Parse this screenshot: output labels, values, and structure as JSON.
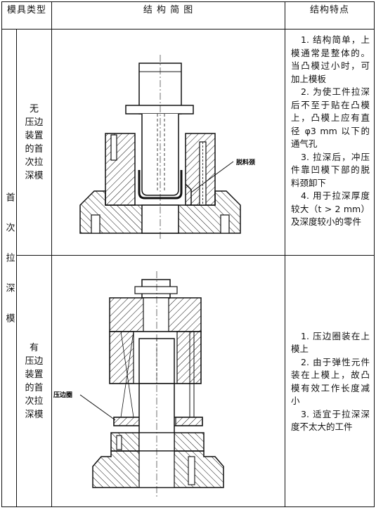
{
  "header": {
    "col_type": "模具类型",
    "col_diagram": "结 构 简 图",
    "col_features": "结构特点"
  },
  "group_label": "首次拉深模",
  "rows": [
    {
      "name_lines": [
        "无",
        "压边",
        "装置",
        "的首",
        "次拉",
        "深模"
      ],
      "callout": "脱料颈",
      "features": [
        "1. 结构简单，上模通常是整体的。当凸模过小时，可加上模板",
        "2. 为使工件拉深后不至于贴在凸模上，凸模上应有直径 φ3 mm 以下的通气孔",
        "3. 拉深后，冲压件靠凹模下部的脱料颈卸下",
        "4. 用于拉深厚度较大（t > 2 mm）及深度较小的零件"
      ]
    },
    {
      "name_lines": [
        "有",
        "压边",
        "装置",
        "的首",
        "次拉",
        "深模"
      ],
      "callout": "压边圈",
      "features": [
        "1. 压边圈装在上模上",
        "2. 由于弹性元件装在上模上，故凸模有效工作长度减小",
        "3. 适宜于拉深深度不太大的工件"
      ]
    }
  ]
}
